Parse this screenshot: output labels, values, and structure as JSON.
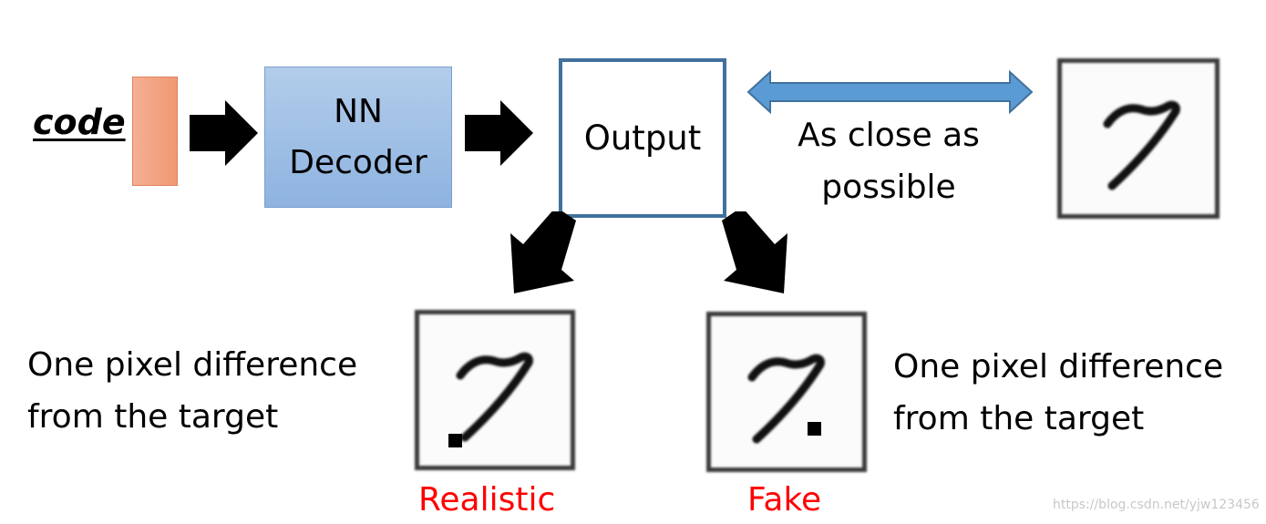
{
  "code_label": "code",
  "decoder_label_line1": "NN",
  "decoder_label_line2": "Decoder",
  "output_label": "Output",
  "similarity_line1": "As close as",
  "similarity_line2": "possible",
  "left_caption_line1": "One pixel difference",
  "left_caption_line2": "from the target",
  "right_caption_line1": "One pixel difference",
  "right_caption_line2": "from the target",
  "verdict_left": "Realistic",
  "verdict_right": "Fake",
  "watermark": "https://blog.csdn.net/yjw123456",
  "colors": {
    "code_vector": "#f4a582",
    "decoder_fill": "#9dbfe6",
    "output_border": "#41719c",
    "double_arrow": "#5b9bd5",
    "verdict": "#ff0000"
  }
}
